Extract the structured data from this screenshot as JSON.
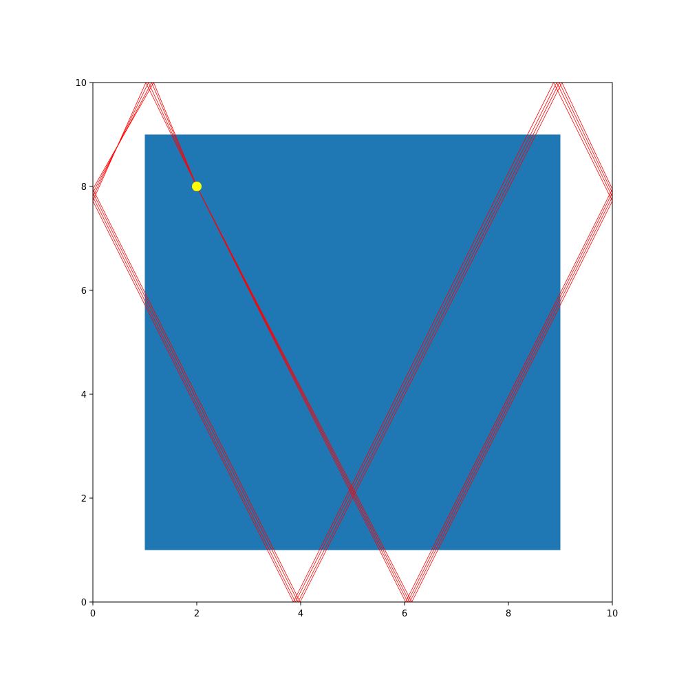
{
  "chart_data": {
    "type": "line",
    "title": "",
    "xlabel": "",
    "ylabel": "",
    "xlim": [
      0,
      10
    ],
    "ylim": [
      0,
      10
    ],
    "grid": false,
    "x_ticks": [
      0,
      2,
      4,
      6,
      8,
      10
    ],
    "y_ticks": [
      0,
      2,
      4,
      6,
      8,
      10
    ],
    "x_tick_labels": [
      "0",
      "2",
      "4",
      "6",
      "8",
      "10"
    ],
    "y_tick_labels": [
      "0",
      "2",
      "4",
      "6",
      "8",
      "10"
    ],
    "rectangle": {
      "x0": 1,
      "y0": 1,
      "x1": 9,
      "y1": 9,
      "color": "#1f77b4"
    },
    "start_point": {
      "x": 2,
      "y": 8,
      "color": "#ffff00"
    },
    "ray_color": "#ff0000",
    "series": [
      {
        "values": [
          [
            2.0,
            8.0
          ],
          [
            1.07,
            10.0
          ],
          [
            0.0,
            7.8
          ],
          [
            3.9,
            0.0
          ],
          [
            8.93,
            10.0
          ],
          [
            10.0,
            7.8
          ],
          [
            6.1,
            0.0
          ],
          [
            2.0,
            8.0
          ]
        ]
      },
      {
        "values": [
          [
            2.0,
            8.0
          ],
          [
            1.13,
            10.0
          ],
          [
            0.0,
            7.88
          ],
          [
            3.95,
            0.0
          ],
          [
            8.98,
            10.0
          ],
          [
            10.0,
            7.88
          ],
          [
            6.06,
            0.0
          ],
          [
            2.0,
            8.0
          ]
        ]
      },
      {
        "values": [
          [
            2.0,
            8.0
          ],
          [
            1.02,
            10.0
          ],
          [
            0.0,
            7.72
          ],
          [
            3.86,
            0.0
          ],
          [
            8.87,
            10.0
          ],
          [
            10.0,
            7.72
          ],
          [
            6.14,
            0.0
          ],
          [
            2.0,
            8.0
          ]
        ]
      },
      {
        "values": [
          [
            2.0,
            8.0
          ],
          [
            1.17,
            10.0
          ],
          [
            0.0,
            7.95
          ],
          [
            3.99,
            0.0
          ],
          [
            9.03,
            10.0
          ],
          [
            10.0,
            7.95
          ],
          [
            6.02,
            0.0
          ],
          [
            2.0,
            8.0
          ]
        ]
      }
    ]
  }
}
